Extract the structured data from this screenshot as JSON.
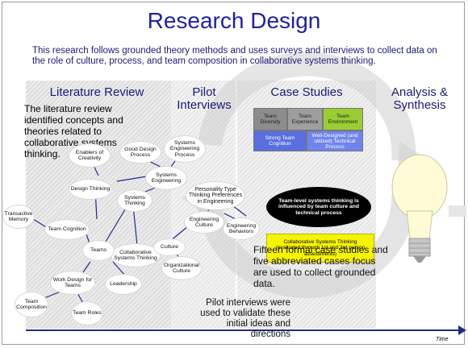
{
  "title": "Research Design",
  "intro": "This research follows grounded theory methods and uses surveys and interviews to collect data on the role of culture, process, and team composition in collaborative systems thinking.",
  "columns": {
    "literature_review": "Literature Review",
    "pilot_interviews": "Pilot Interviews",
    "case_studies": "Case Studies",
    "analysis_synthesis": "Analysis & Synthesis"
  },
  "literature_text": "The literature review identified concepts and theories related to collaborative systems thinking.",
  "nodes": {
    "enablers": "Enablers of Creativity",
    "good_design": "Good Design Process",
    "se_process": "Systems Engineering Process",
    "design_thinking": "Design Thinking",
    "systems_engineering": "Systems Engineering",
    "systems_thinking": "Systems Thinking",
    "transactive_memory": "Transactive Memory",
    "team_cognition": "Team Cognition",
    "collab_systems_thinking": "Collaborative Systems Thinking",
    "teams": "Teams",
    "work_design": "Work Design for Teams",
    "leadership": "Leadership",
    "team_composition": "Team Composition",
    "team_roles": "Team Roles",
    "personality": "Personality Type Thinking Preferences in Engineering",
    "eng_culture": "Engineering Culture",
    "eng_behaviors": "Engineering Behaviors",
    "culture": "Culture",
    "org_culture": "Organizational Culture"
  },
  "case_boxes": {
    "team_diversity": "Team Diversity",
    "team_experience": "Team Experience",
    "team_environment": "Team Environment",
    "strong_team_cognition": "Strong Team Cognition",
    "well_designed": "Well-Designed (and utilized) Technical Process"
  },
  "oval_text": "Team-level systems thinking is influenced by team culture and technical process",
  "yellow_title": "Collaborative Systems Thinking",
  "yellow_sub": "(evaluated through 1st and 3rd person assessments)",
  "cases_text": "Fifteen formal case studies and five abbreviated cases focus are used to collect grounded data.",
  "pilot_text": "Pilot interviews were used to validate these initial ideas and directions",
  "time_label": "Time",
  "colors": {
    "title_blue": "#1f1fa8",
    "panel_gray": "#e4e4e4",
    "case_box_gray": "#8c8c8c",
    "case_box_green": "#9acd32",
    "case_box_blue": "#5a6ee0",
    "oval_black": "#000000",
    "sticker_yellow": "#f7f400"
  }
}
